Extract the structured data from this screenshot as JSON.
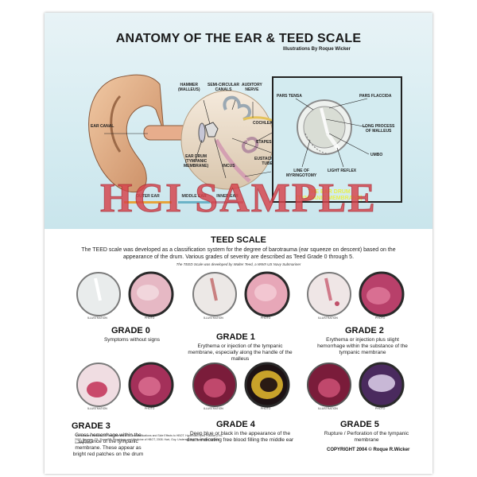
{
  "header": {
    "title": "ANATOMY OF THE EAR & TEED SCALE",
    "byline": "Illustrations By Roque Wicker"
  },
  "ear_labels": {
    "hammer": "HAMMER\n(MALLEUS)",
    "canals": "SEMI-CIRCULAR\nCANALS",
    "nerve": "AUDITORY\nNERVE",
    "cochlea": "COCHLEA",
    "ear_canal": "EAR CANAL",
    "stapes": "STAPES",
    "eardrum": "EAR DRUM\n(TYMPANIC\nMEMBRANE)",
    "incus": "INCUS",
    "eustachian": "EUSTACHIAN\nTUBE"
  },
  "zones": {
    "outer": "OUTER EAR",
    "middle": "MIDDLE EAR",
    "inner": "INNER EAR"
  },
  "drum_labels": {
    "pars_tensa": "PARS TENSA",
    "pars_flaccida": "PARS FLACCIDA",
    "long_process": "LONG PROCESS\nOF MALLEUS",
    "umbo": "UMBO",
    "line_myringotomy": "LINE OF\nMYRINGOTOMY",
    "light_reflex": "LIGHT REFLEX",
    "drum_title": "THE EAR DRUM\n(TYMPANIC MEMBRANE)"
  },
  "watermark": "HCI SAMPLE",
  "teed": {
    "title": "TEED SCALE",
    "description": "The TEED scale was developed as a classification system for the degree of barotrauma (ear squeeze on descent) based on the appearance of the drum. Various grades of severity are described as Teed Grade 0 through 5.",
    "credit": "The TEED Scale was developed by Walter Teed, a WWII US Navy Submariner"
  },
  "photo_captions": {
    "illustration": "ILLUSTRATION",
    "photo": "PHOTO"
  },
  "grades": [
    {
      "title": "GRADE 0",
      "desc": "Symptoms without signs"
    },
    {
      "title": "GRADE 1",
      "desc": "Erythema or injection of the tympanic membrane, especially along the handle of the malleus"
    },
    {
      "title": "GRADE 2",
      "desc": "Erythema or injection plus slight hemorrhage within the substance of the tympanic membrane"
    },
    {
      "title": "GRADE 3",
      "desc": "Gross hemorrhage within the substance of the tympanic membrane. These appear as bright red patches on the drum"
    },
    {
      "title": "GRADE 4",
      "desc": "Deep blue or black in the appearance of the drum indicating free blood filling the middle ear"
    },
    {
      "title": "GRADE 5",
      "desc": "Rupture / Perforation of the tympanic membrane"
    }
  ],
  "references": "* References: Kindwall, EP and Whelan, HT. Contraindications and Side Effects to HBOT. Hyperbaric Med Practice p 92, 2002. Neuman, TS, Thom SR. Physiology and Medicine of HBOT, 2008. Hart, Guy. Undersea and Hyperbaric Medical Society, 2004.",
  "copyright": "COPYRIGHT 2004 © Roque R.Wicker",
  "colors": {
    "panel_top": "#e8f3f6",
    "watermark": "#d6424a",
    "drum_title": "#e9f04a",
    "grade_0_photo": "#e6b8c4",
    "grade_5_photo": "#4a2a5e"
  }
}
